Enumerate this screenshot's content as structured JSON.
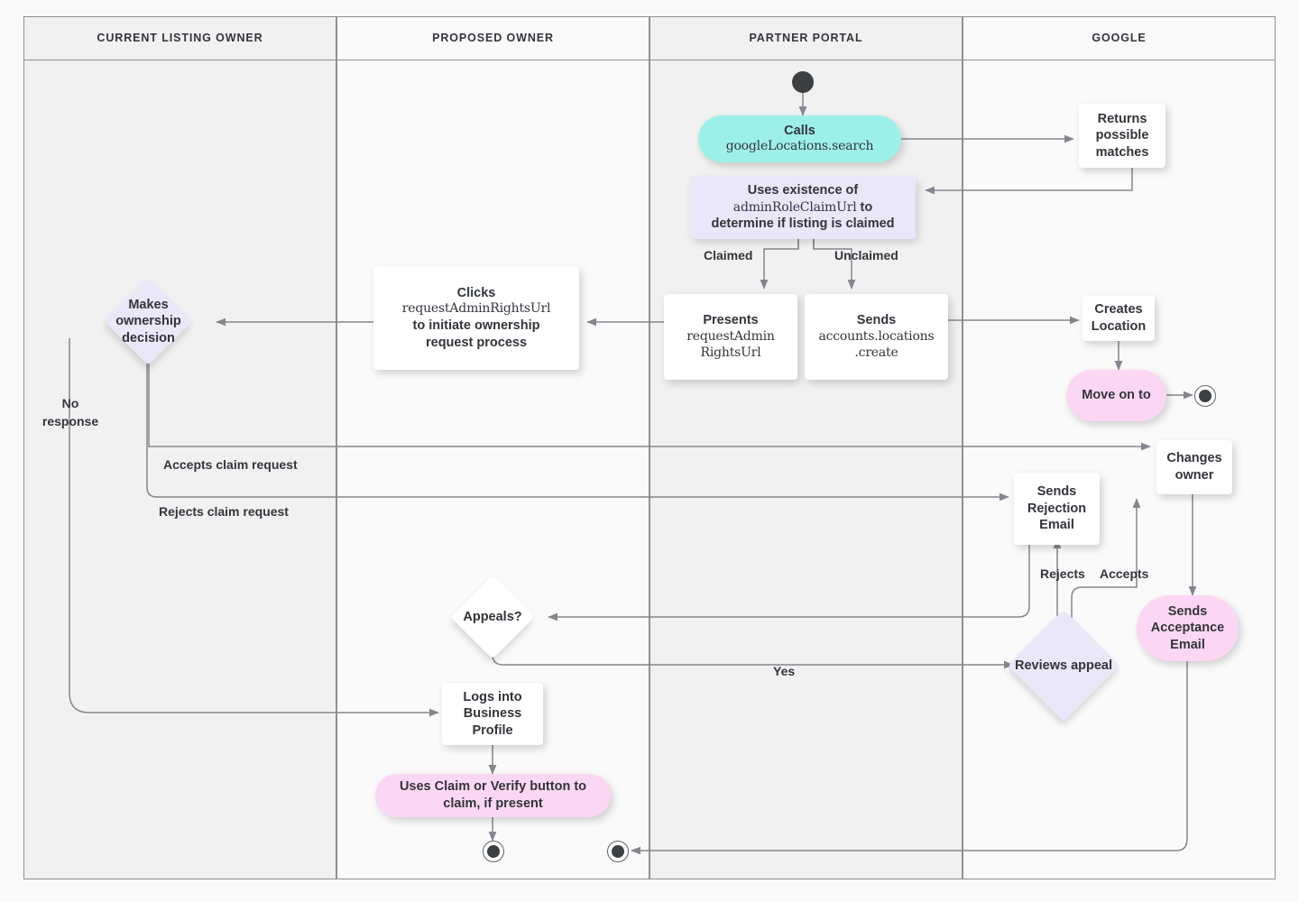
{
  "diagram": {
    "title": "Google Business Profile listing ownership transfer flow",
    "background": "#fafafa",
    "lane_border": "#8e9095",
    "edge_color": "#83878d"
  },
  "lanes": [
    {
      "id": "current-listing-owner",
      "label": "CURRENT LISTING OWNER",
      "shade": "#f1f1f1"
    },
    {
      "id": "proposed-owner",
      "label": "PROPOSED OWNER",
      "shade": "#fafafa"
    },
    {
      "id": "partner-portal",
      "label": "PARTNER PORTAL",
      "shade": "#f1f1f1"
    },
    {
      "id": "google",
      "label": "GOOGLE",
      "shade": "#fafafa"
    }
  ],
  "nodes": {
    "start": {
      "kind": "start-node",
      "label": ""
    },
    "calls_search": {
      "kind": "pill",
      "color": "#9df0e8",
      "line1": "Calls",
      "line2": "googleLocations.search"
    },
    "returns_matches": {
      "kind": "rect",
      "color": "#ffffff",
      "label": "Returns possible matches"
    },
    "uses_existence": {
      "kind": "lavender-rect",
      "color": "#eae7f8",
      "line1": "Uses existence of",
      "line2": "adminRoleClaimUrl",
      "line3": " to",
      "line4": "determine if listing is claimed"
    },
    "presents_url": {
      "kind": "rect",
      "color": "#ffffff",
      "line1": "Presents",
      "line2": "requestAdmin",
      "line3": "RightsUrl"
    },
    "sends_create": {
      "kind": "rect",
      "color": "#ffffff",
      "line1": "Sends",
      "line2": "accounts.locations",
      "line3": ".create"
    },
    "creates_location": {
      "kind": "rect",
      "color": "#ffffff",
      "label": "Creates Location"
    },
    "move_on_to": {
      "kind": "pill",
      "color": "#fbd7f4",
      "label": "Move on to"
    },
    "end_google": {
      "kind": "end-node",
      "label": ""
    },
    "clicks_url": {
      "kind": "rect",
      "color": "#ffffff",
      "line1": "Clicks",
      "line2": "requestAdminRightsUrl",
      "line3": "to initiate ownership",
      "line4": "request process"
    },
    "makes_decision": {
      "kind": "diamond",
      "color": "#eae7f8",
      "label": "Makes ownership decision"
    },
    "changes_owner": {
      "kind": "rect",
      "color": "#ffffff",
      "label": "Changes owner"
    },
    "sends_rejection": {
      "kind": "rect",
      "color": "#ffffff",
      "label": "Sends Rejection Email"
    },
    "sends_acceptance": {
      "kind": "pill",
      "color": "#fbd7f4",
      "label": "Sends Acceptance Email"
    },
    "appeals": {
      "kind": "diamond",
      "color": "#ffffff",
      "label": "Appeals?"
    },
    "reviews_appeal": {
      "kind": "diamond",
      "color": "#eae7f8",
      "label": "Reviews appeal"
    },
    "logs_into": {
      "kind": "rect",
      "color": "#ffffff",
      "label": "Logs into Business Profile"
    },
    "uses_claim_verify": {
      "kind": "pill",
      "color": "#fbd7f4",
      "label": "Uses Claim or Verify button to claim, if present"
    },
    "end_proposed": {
      "kind": "end-node",
      "label": ""
    },
    "end_partner": {
      "kind": "end-node",
      "label": ""
    }
  },
  "edge_labels": {
    "claimed": "Claimed",
    "unclaimed": "Unclaimed",
    "no_response": "No response",
    "accepts_claim": "Accepts claim request",
    "rejects_claim": "Rejects claim request",
    "rejects": "Rejects",
    "accepts": "Accepts",
    "yes": "Yes"
  }
}
